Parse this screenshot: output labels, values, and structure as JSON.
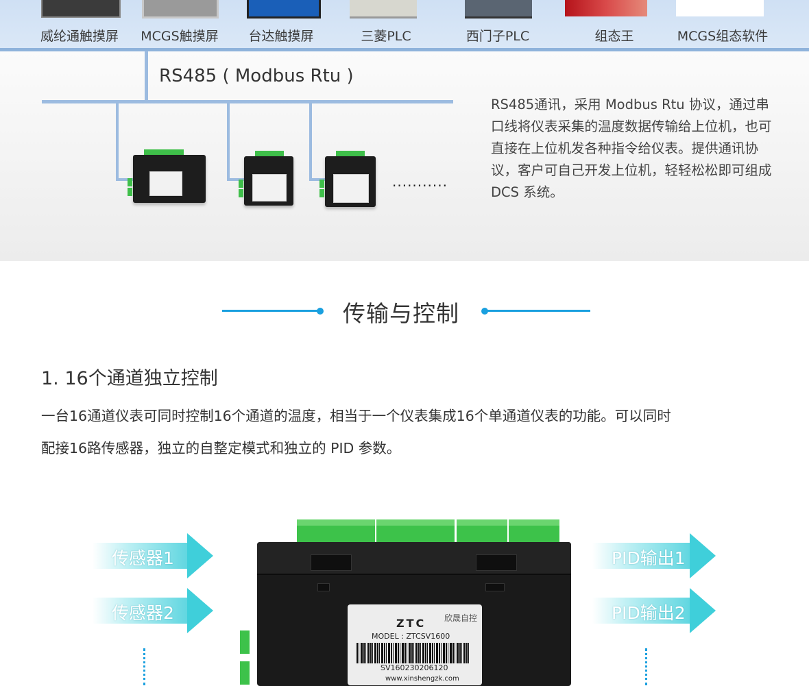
{
  "devices": [
    {
      "label": "威纶通触摸屏"
    },
    {
      "label": "MCGS触摸屏"
    },
    {
      "label": "台达触摸屏"
    },
    {
      "label": "三菱PLC"
    },
    {
      "label": "西门子PLC"
    },
    {
      "label": "组态王"
    },
    {
      "label": "MCGS组态软件"
    }
  ],
  "rs485": {
    "title": "RS485 ( Modbus Rtu )",
    "dots": "...........",
    "description": "RS485通讯，采用 Modbus Rtu 协议，通过串口线将仪表采集的温度数据传输给上位机，也可直接在上位机发各种指令给仪表。提供通讯协议，客户可自己开发上位机，轻轻松松即可组成 DCS 系统。"
  },
  "section": {
    "title": "传输与控制"
  },
  "feature": {
    "title": "1. 16个通道独立控制",
    "line1": "一台16通道仪表可同时控制16个通道的温度，相当于一个仪表集成16个单通道仪表的功能。可以同时",
    "line2": "配接16路传感器，独立的自整定模式和独立的 PID 参数。"
  },
  "inputs": [
    {
      "label": "传感器1"
    },
    {
      "label": "传感器2"
    }
  ],
  "outputs": [
    {
      "label": "PID输出1"
    },
    {
      "label": "PID输出2"
    }
  ],
  "device_label": {
    "brand": "ZTC",
    "brand_cn": "欣晟自控",
    "model": "MODEL : ZTCSV1600",
    "serial": "SV160230206120",
    "website": "www.xinshengzk.com"
  },
  "colors": {
    "accent": "#1aa0df",
    "bus": "#9cbbe0",
    "arrow": "#3fcfda",
    "terminal_green": "#3dc24a"
  }
}
